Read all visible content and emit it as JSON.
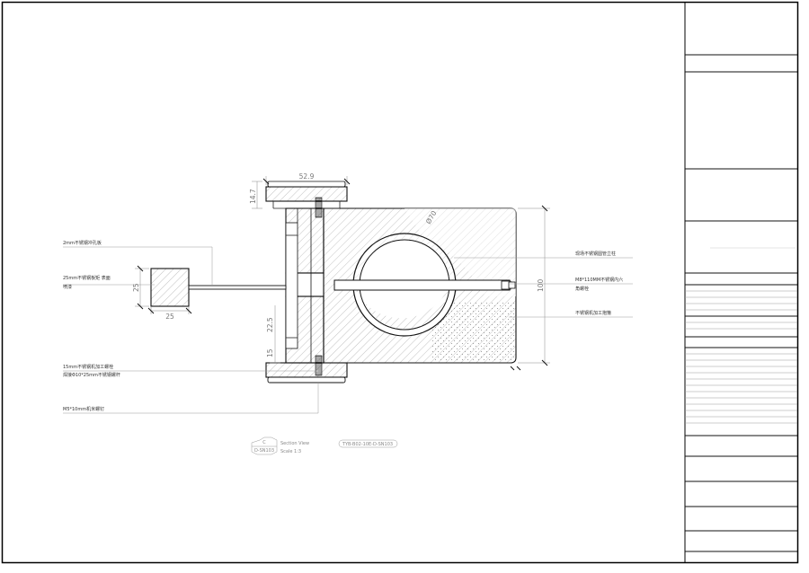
{
  "annotations": {
    "perforated_plate": "2mm不锈钢冲孔板",
    "rect_tube_line1": "25mm不锈钢板矩 表面",
    "rect_tube_line2": "喷漆",
    "site_pipe": "现场不锈钢圆管立柱",
    "hex_bolt_line1": "M8*110MM不锈钢内六",
    "hex_bolt_line2": "角螺栓",
    "block": "不锈钢机加工抱箍",
    "screw_line1": "15mm不锈钢机加工螺栓",
    "screw_line2": "焊接Φ10*25mm不锈钢螺杆",
    "machine_screw": "M5*10mm机米螺钉"
  },
  "dimensions": {
    "top_width": "52.9",
    "top_height": "14.7",
    "pipe_diameter": "Ø70",
    "height_100": "100",
    "left_25_vertical": "25",
    "left_25_horizontal": "25",
    "mid_22_5": "22.5",
    "mid_15": "15"
  },
  "section_tag": {
    "letter": "C",
    "sheet_ref": "D-SN103",
    "view_label": "Section View",
    "scale_label": "Scale 1:3",
    "drawing_code": "TYB-B02-10E-D-SN103"
  }
}
